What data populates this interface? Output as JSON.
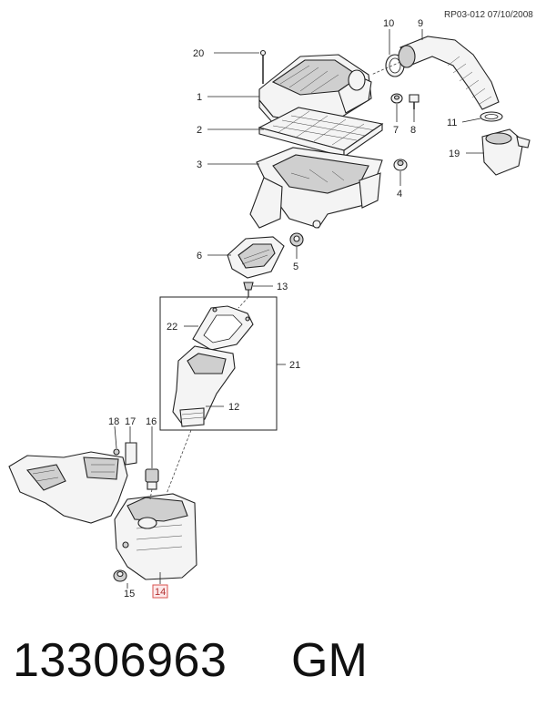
{
  "diagram": {
    "reference": "RP03-012 07/10/2008",
    "callouts": {
      "c1": "1",
      "c2": "2",
      "c3": "3",
      "c4": "4",
      "c5": "5",
      "c6": "6",
      "c7": "7",
      "c8": "8",
      "c9": "9",
      "c10": "10",
      "c11": "11",
      "c12": "12",
      "c13": "13",
      "c14": "14",
      "c15": "15",
      "c16": "16",
      "c17": "17",
      "c18": "18",
      "c19": "19",
      "c20": "20",
      "c21": "21",
      "c22": "22"
    },
    "highlighted_callout": "14"
  },
  "footer": {
    "part_number": "13306963",
    "brand": "GM"
  },
  "colors": {
    "highlight_border": "#d9534f",
    "highlight_fill": "#fde9ea"
  }
}
